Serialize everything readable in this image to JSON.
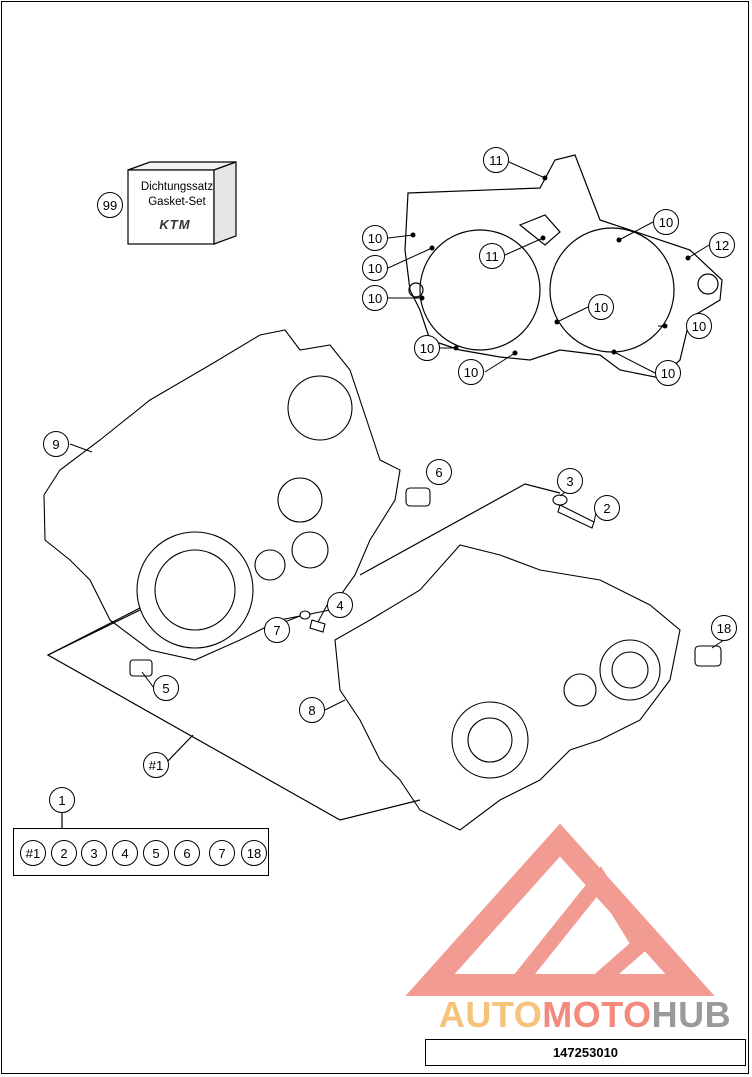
{
  "gasket_set": {
    "callout": "99",
    "line1": "Dichtungssatz",
    "line2": "Gasket-Set",
    "logo_text": "KTM"
  },
  "callouts": {
    "c11a": "11",
    "c11b": "11",
    "c12": "12",
    "c10a": "10",
    "c10b": "10",
    "c10c": "10",
    "c10d": "10",
    "c10e": "10",
    "c10f": "10",
    "c10g": "10",
    "c10h": "10",
    "c10i": "10",
    "c9": "9",
    "c6": "6",
    "c3": "3",
    "c2": "2",
    "c4": "4",
    "c7": "7",
    "c5": "5",
    "c18": "18",
    "c8": "8",
    "c1": "1",
    "cset": "#1"
  },
  "kit_items": [
    "#1",
    "2",
    "3",
    "4",
    "5",
    "6",
    "7",
    "18"
  ],
  "watermark": {
    "part1": "AUTO",
    "part2": "MOTO",
    "part3": "HUB"
  },
  "document_number": "147253010",
  "colors": {
    "line": "#000000",
    "watermark_red": "#f08a80",
    "watermark_orange": "#f3c47a",
    "watermark_gray": "#9a9a9a"
  }
}
